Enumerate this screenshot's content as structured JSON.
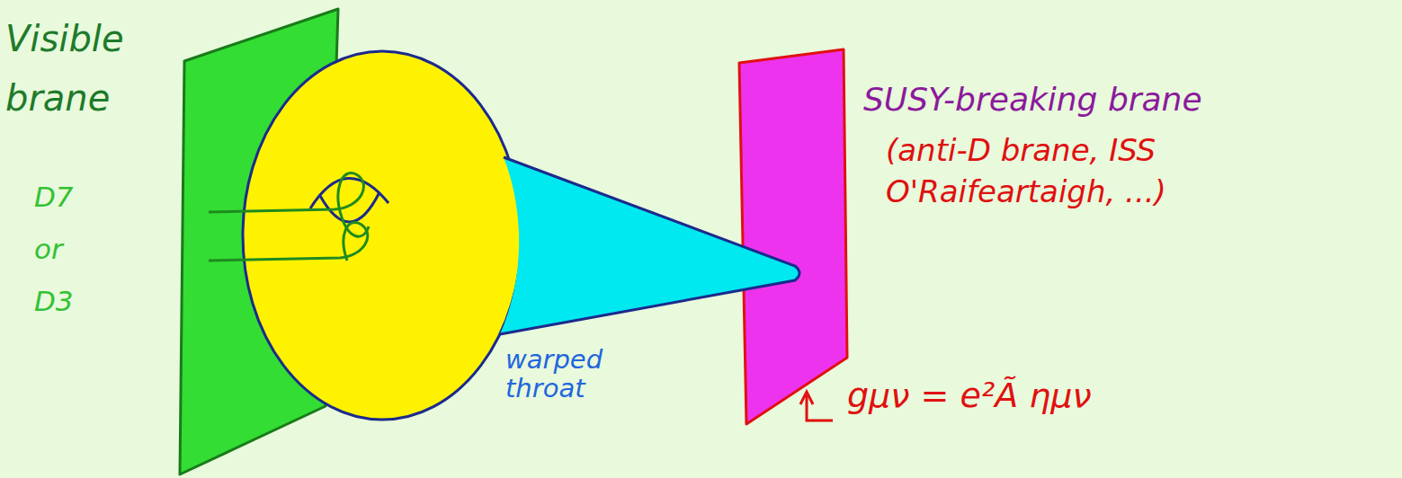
{
  "diagram": {
    "nodes": [
      {
        "text": [
          "Visible brane",
          "D7 or D3"
        ]
      },
      {
        "text": [
          "SUSY-breaking brane",
          "(anti-D brane, ISS O'Raifeartaigh, ...)"
        ]
      }
    ],
    "labels": [
      "warped throat",
      "gμν = e²Ã ημν"
    ]
  }
}
